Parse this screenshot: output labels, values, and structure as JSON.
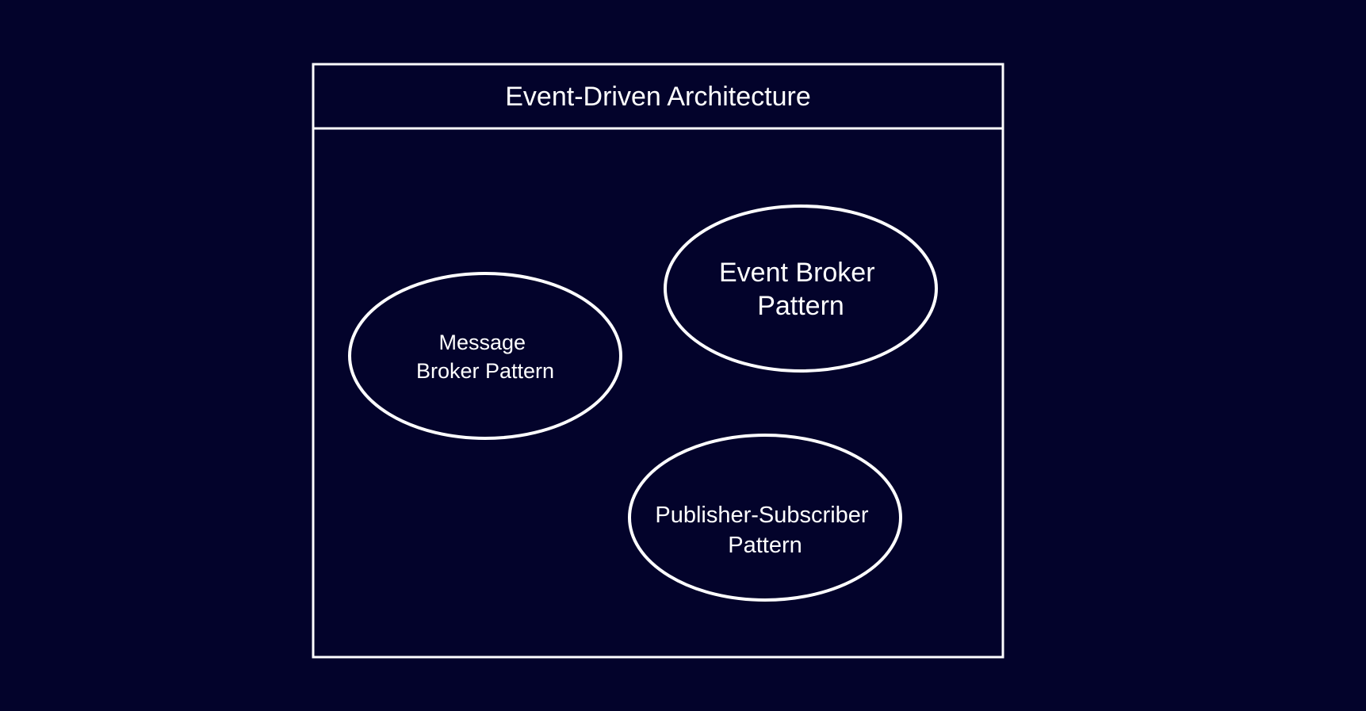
{
  "diagram": {
    "title": "Event-Driven Architecture",
    "colors": {
      "background": "#03032b",
      "stroke": "#ffffff",
      "text": "#ffffff"
    },
    "nodes": [
      {
        "id": "message-broker",
        "lines": [
          "Message",
          "Broker Pattern"
        ]
      },
      {
        "id": "event-broker",
        "lines": [
          "Event Broker",
          "Pattern"
        ]
      },
      {
        "id": "publisher-subscriber",
        "lines": [
          "Publisher-Subscriber",
          "Pattern"
        ]
      }
    ]
  }
}
